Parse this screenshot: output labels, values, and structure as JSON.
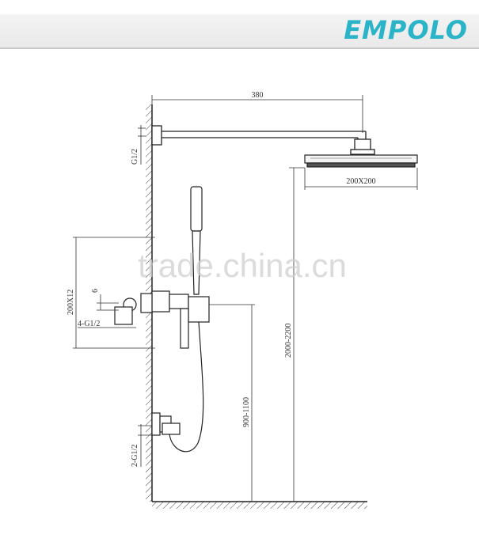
{
  "brand": {
    "logo_text": "EMPOLO",
    "color": "#2bb3c8"
  },
  "watermark": "trade.china.cn",
  "dimensions": {
    "arm_length": "380",
    "top_inlet": "G1/2",
    "head_size": "200X200",
    "head_height": "2000-2200",
    "plate_size": "200X12",
    "offset": "6",
    "inlets": "4-G1/2",
    "valve_height": "900-1100",
    "lower_inlet": "2-G1/2"
  }
}
